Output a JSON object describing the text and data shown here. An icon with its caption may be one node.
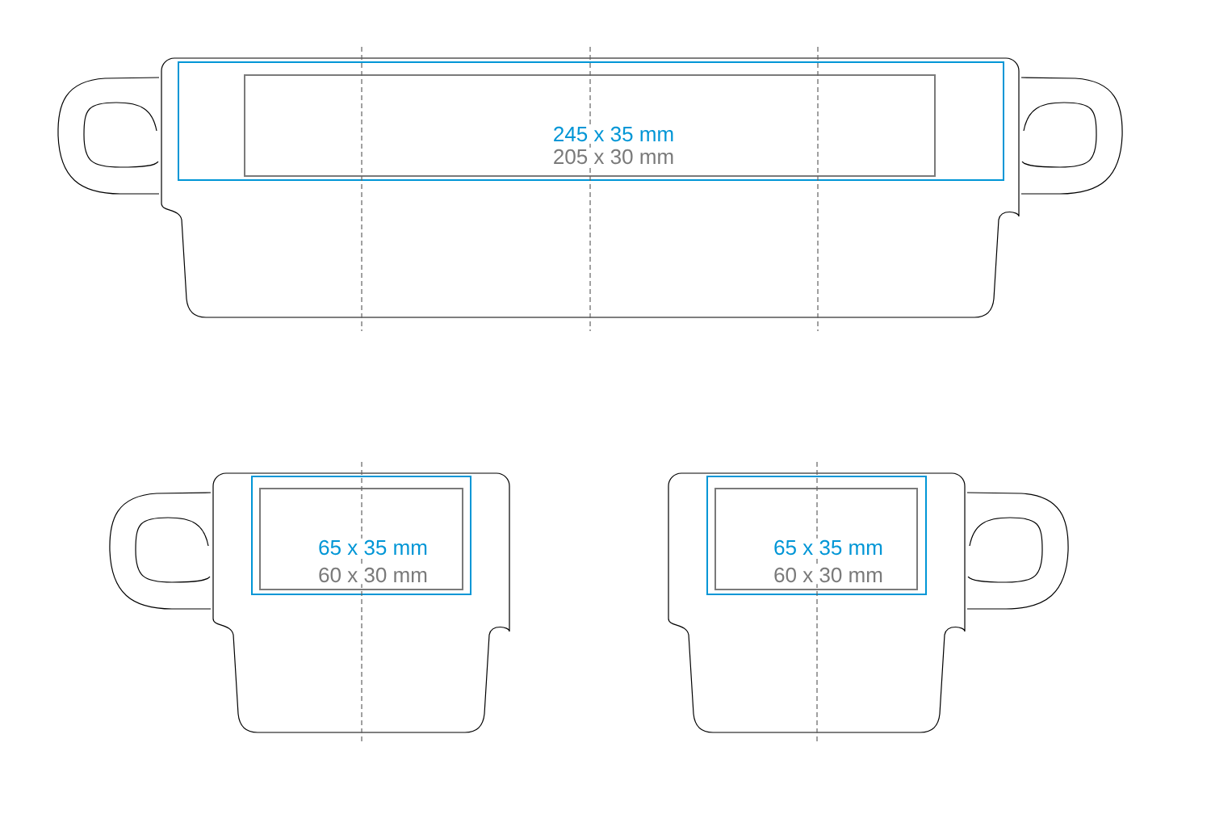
{
  "diagram": {
    "labels": [
      "245 x 35 mm",
      "205 x 30 mm",
      "65 x 35 mm",
      "60 x 30 mm",
      "65 x 35 mm",
      "60 x 30 mm"
    ]
  }
}
